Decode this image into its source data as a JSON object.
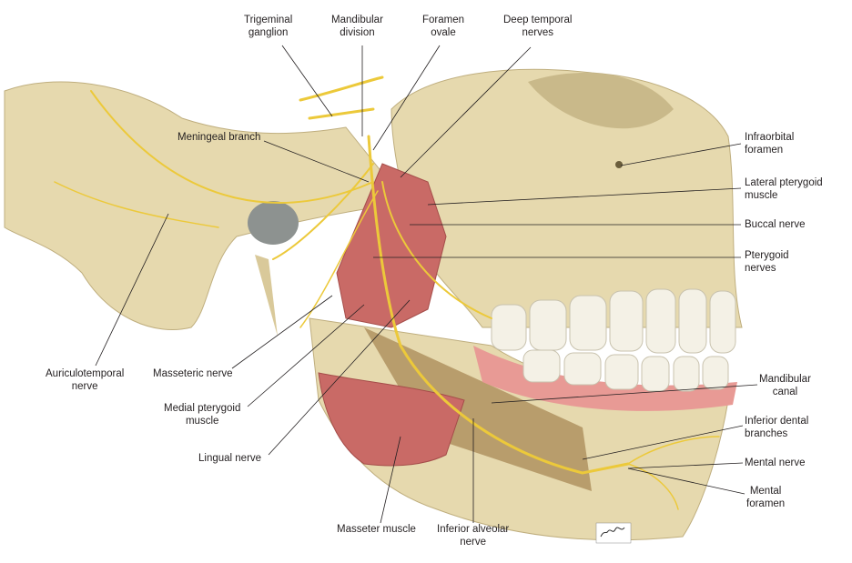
{
  "labels": {
    "trigeminal_ganglion": [
      "Trigeminal",
      "ganglion"
    ],
    "mandibular_division": [
      "Mandibular",
      "division"
    ],
    "foramen_ovale": [
      "Foramen",
      "ovale"
    ],
    "deep_temporal_nerves": [
      "Deep temporal",
      "nerves"
    ],
    "meningeal_branch": "Meningeal branch",
    "infraorbital_foramen": [
      "Infraorbital",
      "foramen"
    ],
    "lateral_pterygoid_muscle": [
      "Lateral pterygoid",
      "muscle"
    ],
    "buccal_nerve": "Buccal nerve",
    "pterygoid_nerves": [
      "Pterygoid",
      "nerves"
    ],
    "auriculotemporal_nerve": [
      "Auriculotemporal",
      "nerve"
    ],
    "masseteric_nerve": "Masseteric nerve",
    "medial_pterygoid_muscle": [
      "Medial pterygoid",
      "muscle"
    ],
    "lingual_nerve": "Lingual nerve",
    "masseter_muscle": "Masseter muscle",
    "inferior_alveolar_nerve": [
      "Inferior alveolar",
      "nerve"
    ],
    "mandibular_canal": [
      "Mandibular",
      "canal"
    ],
    "inferior_dental_branches": [
      "Inferior dental",
      "branches"
    ],
    "mental_nerve": "Mental nerve",
    "mental_foramen": [
      "Mental",
      "foramen"
    ]
  },
  "signature": "K. Wesker",
  "colors": {
    "bone": "#e6d9ae",
    "bone_shade": "#c9b98a",
    "muscle": "#c96a66",
    "nerve": "#ecc93a",
    "tooth": "#f4f1e6",
    "gum": "#e89a95"
  }
}
